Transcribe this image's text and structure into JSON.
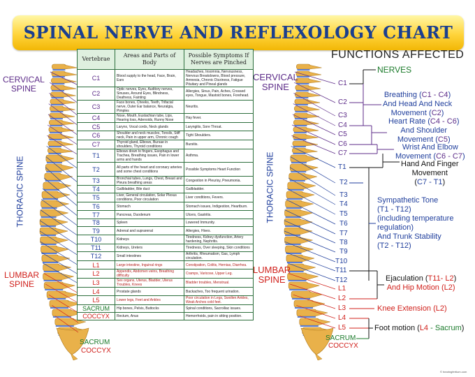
{
  "title": "SPINAL NERVE AND REFLEXOLOGY CHART",
  "functions_title": "FUNCTIONS AFFECTED",
  "regions_left": {
    "cervical": [
      "CERVICAL",
      "SPINE"
    ],
    "thoracic": "THORACIC SPINE",
    "lumbar": [
      "LUMBAR",
      "SPINE"
    ],
    "sacrum": "SACRUM",
    "coccyx": "COCCYX"
  },
  "regions_right": {
    "cervical": [
      "CERVICAL",
      "SPINE"
    ],
    "thoracic": "THORACIC SPINE",
    "lumbar": [
      "LUMBAR",
      "SPINE"
    ],
    "sacrum": "SACRUM",
    "coccyx": "COCCYX"
  },
  "table": {
    "headers": [
      "Vertebrae",
      "Areas and Parts of Body",
      "Possible Symptoms If Nerves are Pinched"
    ],
    "rows": [
      {
        "v": "C1",
        "area": "Blood supply to the head, Face, Brain, Ears",
        "symptoms": "Headaches, Insomnia, Nervousness, Nervous Breakdowns, Blood pressure, Amnesia, Chronic Dizziness, Fatigue Pituitary and Pineal glands"
      },
      {
        "v": "C2",
        "area": "Optic nerves, Eyes, Auditory nerves, Sinuses, Around Eyes, Blindness, Deafness, Fainting",
        "symptoms": "Allergies, Sinus, Pain, Aches, Crossed eyes, Tongue, Mastoid bones, Forehead."
      },
      {
        "v": "C3",
        "area": "Face bones, Cheeks, Teeth, Trifacial nerve, Outer Ear balance, Neuralgia, Pimples",
        "symptoms": "Neuritis."
      },
      {
        "v": "C4",
        "area": "Nose, Mouth, Eustachian tube, Lips, Hearing loss, Adenoids, Runny Nose",
        "symptoms": "Hay fever."
      },
      {
        "v": "C5",
        "area": "Larynx, Vocal cords, Neck glands",
        "symptoms": "Laryngitis, Sore Throat."
      },
      {
        "v": "C6",
        "area": "Shoulder and neck muscles, Tonsils, Stiff neck, Pain in upper arm, Chronic cough",
        "symptoms": "Tight Shoulders."
      },
      {
        "v": "C7",
        "area": "Thyroid gland, Elbows, Bursae in shoulders, Thyroid conditions",
        "symptoms": "Bursitis."
      },
      {
        "v": "T1",
        "area": "Elbows down to fingers, Esophagus and Trachea, Breathing issues, Pain in lower arms and hands",
        "symptoms": "Asthma."
      },
      {
        "v": "T2",
        "area": "All parts of the heart and coronary arteries and some chest conditions",
        "symptoms": "Possible Symptoms Heart Function"
      },
      {
        "v": "T3",
        "area": "Bronchial tubes, Lungs, Chest, Breast and Pleura breathing areas",
        "symptoms": "Congestion in Pleurisy, Pneumonia."
      },
      {
        "v": "T4",
        "area": "Gallbladder, Bile duct",
        "symptoms": "Gallbladder."
      },
      {
        "v": "T5",
        "area": "Liver, General circulation, Solar Plexus conditions, Poor circulation",
        "symptoms": "Liver conditions, Fevers."
      },
      {
        "v": "T6",
        "area": "Stomach",
        "symptoms": "Stomach issues, Indigestion, Heartburn."
      },
      {
        "v": "T7",
        "area": "Pancreas, Duodenum",
        "symptoms": "Ulcers, Gastritis."
      },
      {
        "v": "T8",
        "area": "Spleen",
        "symptoms": "Lowered Immunity."
      },
      {
        "v": "T9",
        "area": "Adrenal and suprarenal",
        "symptoms": "Allergies, Hives."
      },
      {
        "v": "T10",
        "area": "Kidneys",
        "symptoms": "Tiredness, Kidney dysfunction, Artery hardening, Nephritis."
      },
      {
        "v": "T11",
        "area": "Kidneys, Ureters",
        "symptoms": "Tiredness, Over sleeping, Skin conditions"
      },
      {
        "v": "T12",
        "area": "Small intestines",
        "symptoms": "Arthritis, Rheumatism, Gas, Lymph circulation."
      },
      {
        "v": "L1",
        "area": "Large intestine, Inguinal rings",
        "symptoms": "Constipation, Colitis, Hernias, Diarrhea."
      },
      {
        "v": "L2",
        "area": "Appendix, Abdomen veins, Breathing difficulty",
        "symptoms": "Cramps, Varicose, Upper Leg."
      },
      {
        "v": "L3",
        "area": "Sex organs, Uterus, Bladder, Uterus Troubles, Knees",
        "symptoms": "Bladder troubles, Menstrual."
      },
      {
        "v": "L4",
        "area": "Prostate glands",
        "symptoms": "Backaches, Too frequent urination."
      },
      {
        "v": "L5",
        "area": "Lower legs, Feet and Ankles",
        "symptoms": "Poor circulation in Legs, Swollen Ankles, Weak Arches cold feet."
      },
      {
        "v": "SACRUM",
        "area": "Hip bones, Pelvis, Buttocks",
        "symptoms": "Spinal conditions, Sacroiliac issues."
      },
      {
        "v": "COCCYX",
        "area": "Rectum, Anus",
        "symptoms": "Hemorrhoids, pain in sitting position."
      }
    ]
  },
  "right_vertebrae": [
    "C1",
    "C2",
    "C3",
    "C4",
    "C5",
    "C6",
    "C7",
    "T1",
    "T2",
    "T3",
    "T4",
    "T5",
    "T6",
    "T7",
    "T8",
    "T9",
    "T10",
    "T11",
    "T12",
    "L1",
    "L2",
    "L3",
    "L4",
    "L5"
  ],
  "functions": {
    "nerves": "NERVES",
    "breathing": [
      "Breathing (",
      "C1 - C4",
      ")",
      "And Head And Neck",
      "Movement (",
      "C2",
      ")"
    ],
    "heart": [
      "Heart Rate (",
      "C4 - C6",
      ")",
      "And Shoulder",
      "Movement (",
      "C5",
      ")"
    ],
    "wrist": [
      "Wrist And Elbow",
      "Movement (",
      "C6 - C7",
      ")"
    ],
    "hand": [
      "Hand And Finger",
      "Movement",
      "(",
      "C7 - T1",
      ")"
    ],
    "sympathetic": [
      "Sympathetic Tone",
      "(",
      "T1 - T12",
      ")",
      "(including temperature",
      "regulation)",
      "And Trunk Stability",
      "(",
      "T2 - T12",
      ")"
    ],
    "ejaculation": [
      "Ejaculation (",
      "T11- L2",
      ")",
      "And Hip Motion (",
      "L2",
      ")"
    ],
    "knee": [
      "Knee Extension (",
      "L2",
      ")"
    ],
    "foot": [
      "Foot motion (",
      "L4",
      " - ",
      "Sacrum",
      ")"
    ]
  },
  "watermark": "© hearingfertium.com",
  "colors": {
    "cervical": "#5c2b88",
    "thoracic": "#1f3e9c",
    "lumbar": "#d0201b",
    "sacrum": "#1a7a2a",
    "bone": "#e9b14a",
    "disc": "#5a7ed8"
  }
}
